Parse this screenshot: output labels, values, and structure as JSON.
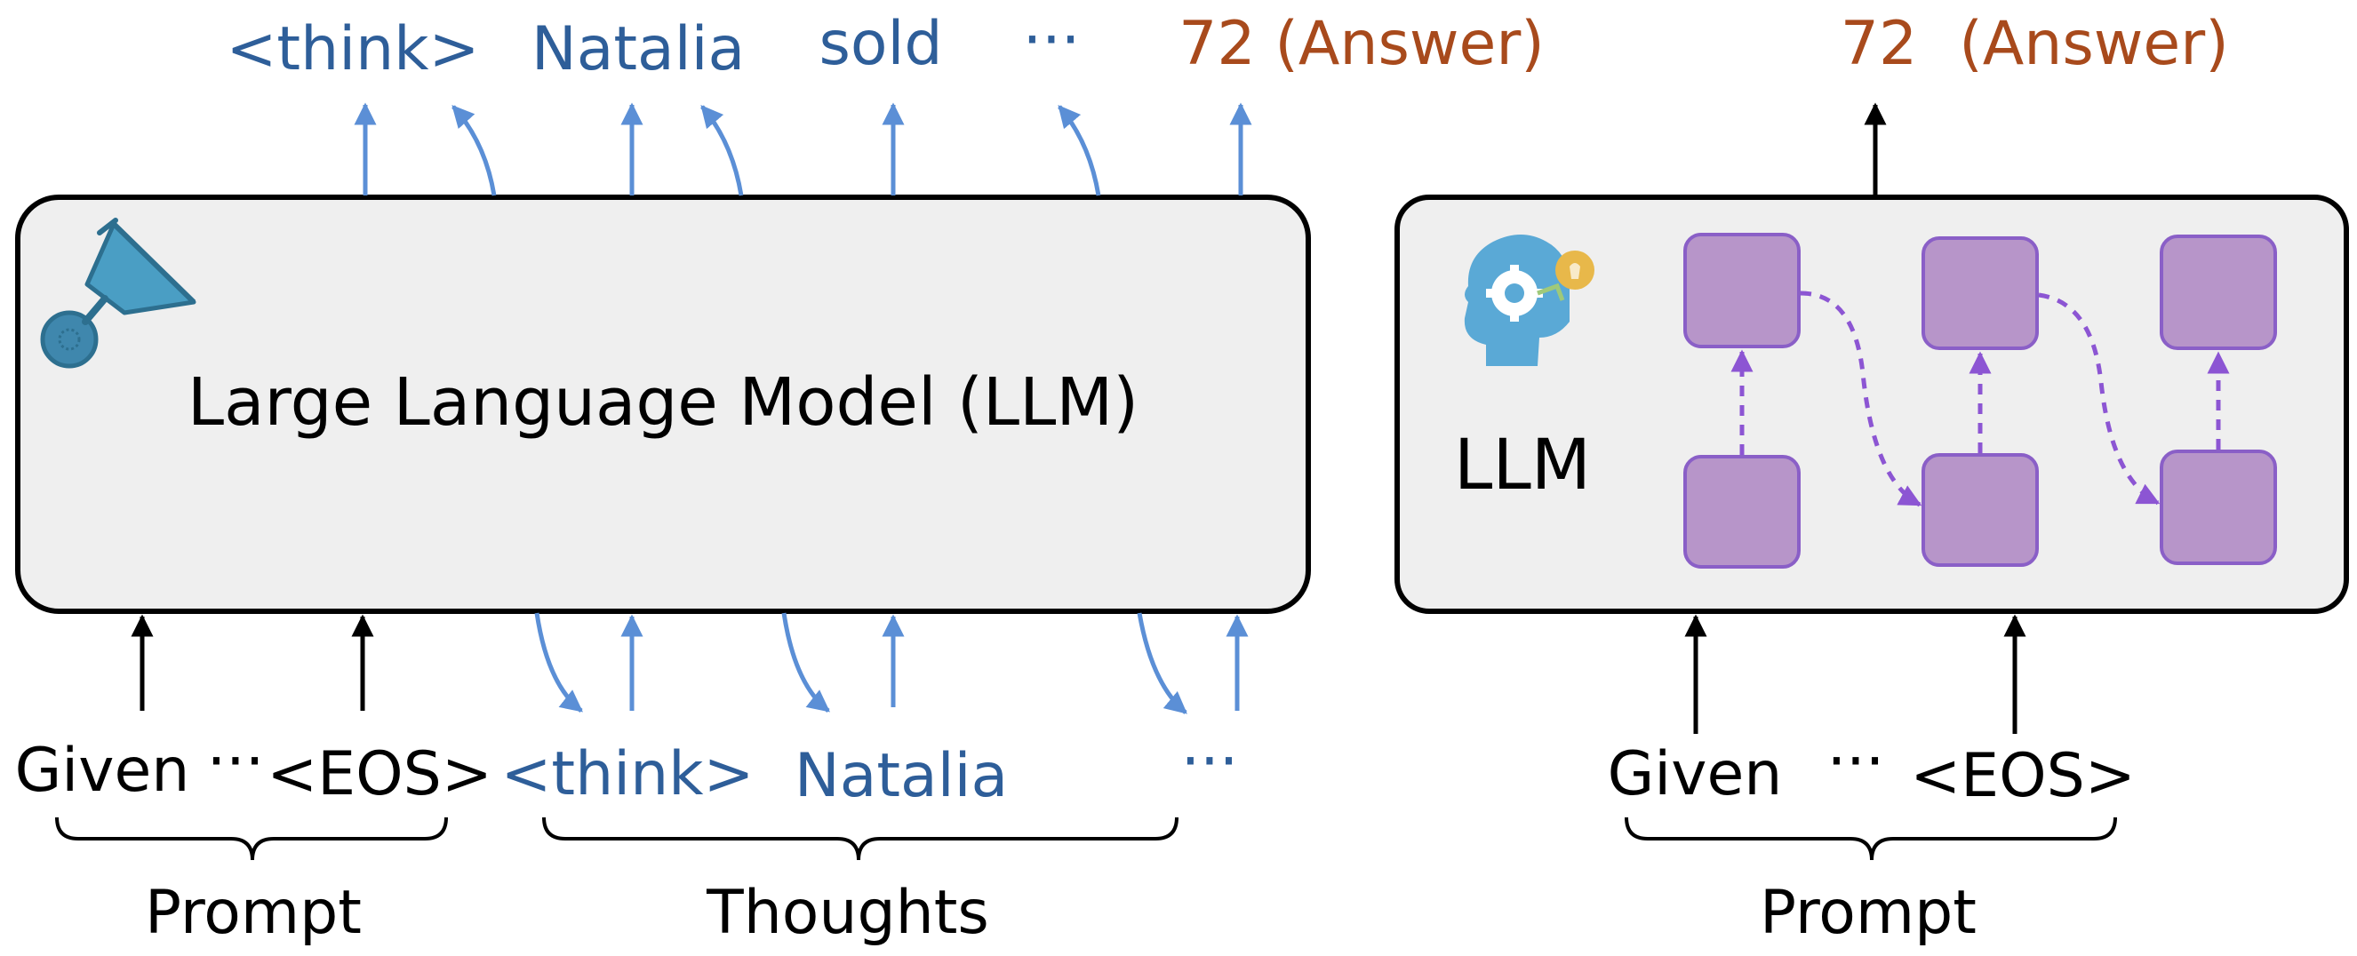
{
  "left_panel": {
    "model_label": "Large Language Model (LLM)",
    "icon": "funnel-icon",
    "output_tokens": [
      "<think>",
      "Natalia",
      "sold",
      "···",
      "72 (Answer)"
    ],
    "prompt_tokens": [
      "Given",
      "···",
      "<EOS>"
    ],
    "thought_tokens": [
      "<think>",
      "Natalia",
      "···"
    ],
    "prompt_brace_label": "Prompt",
    "thoughts_brace_label": "Thoughts"
  },
  "right_panel": {
    "model_label": "LLM",
    "icon": "head-gear-lightbulb-icon",
    "output_token": "72",
    "output_answer_tag": "(Answer)",
    "prompt_tokens": [
      "Given",
      "···",
      "<EOS>"
    ],
    "prompt_brace_label": "Prompt"
  },
  "colors": {
    "thought_blue": "#2e5e99",
    "arrow_blue": "#5b8fd6",
    "answer_orange": "#a84a1c",
    "box_fill": "#efefef",
    "node_purple": "#b795c9",
    "node_stroke": "#8a5fc7",
    "dashed_purple": "#8c55d3",
    "icon_teal": "#4a9ec4",
    "icon_yellow": "#e8b84a"
  }
}
